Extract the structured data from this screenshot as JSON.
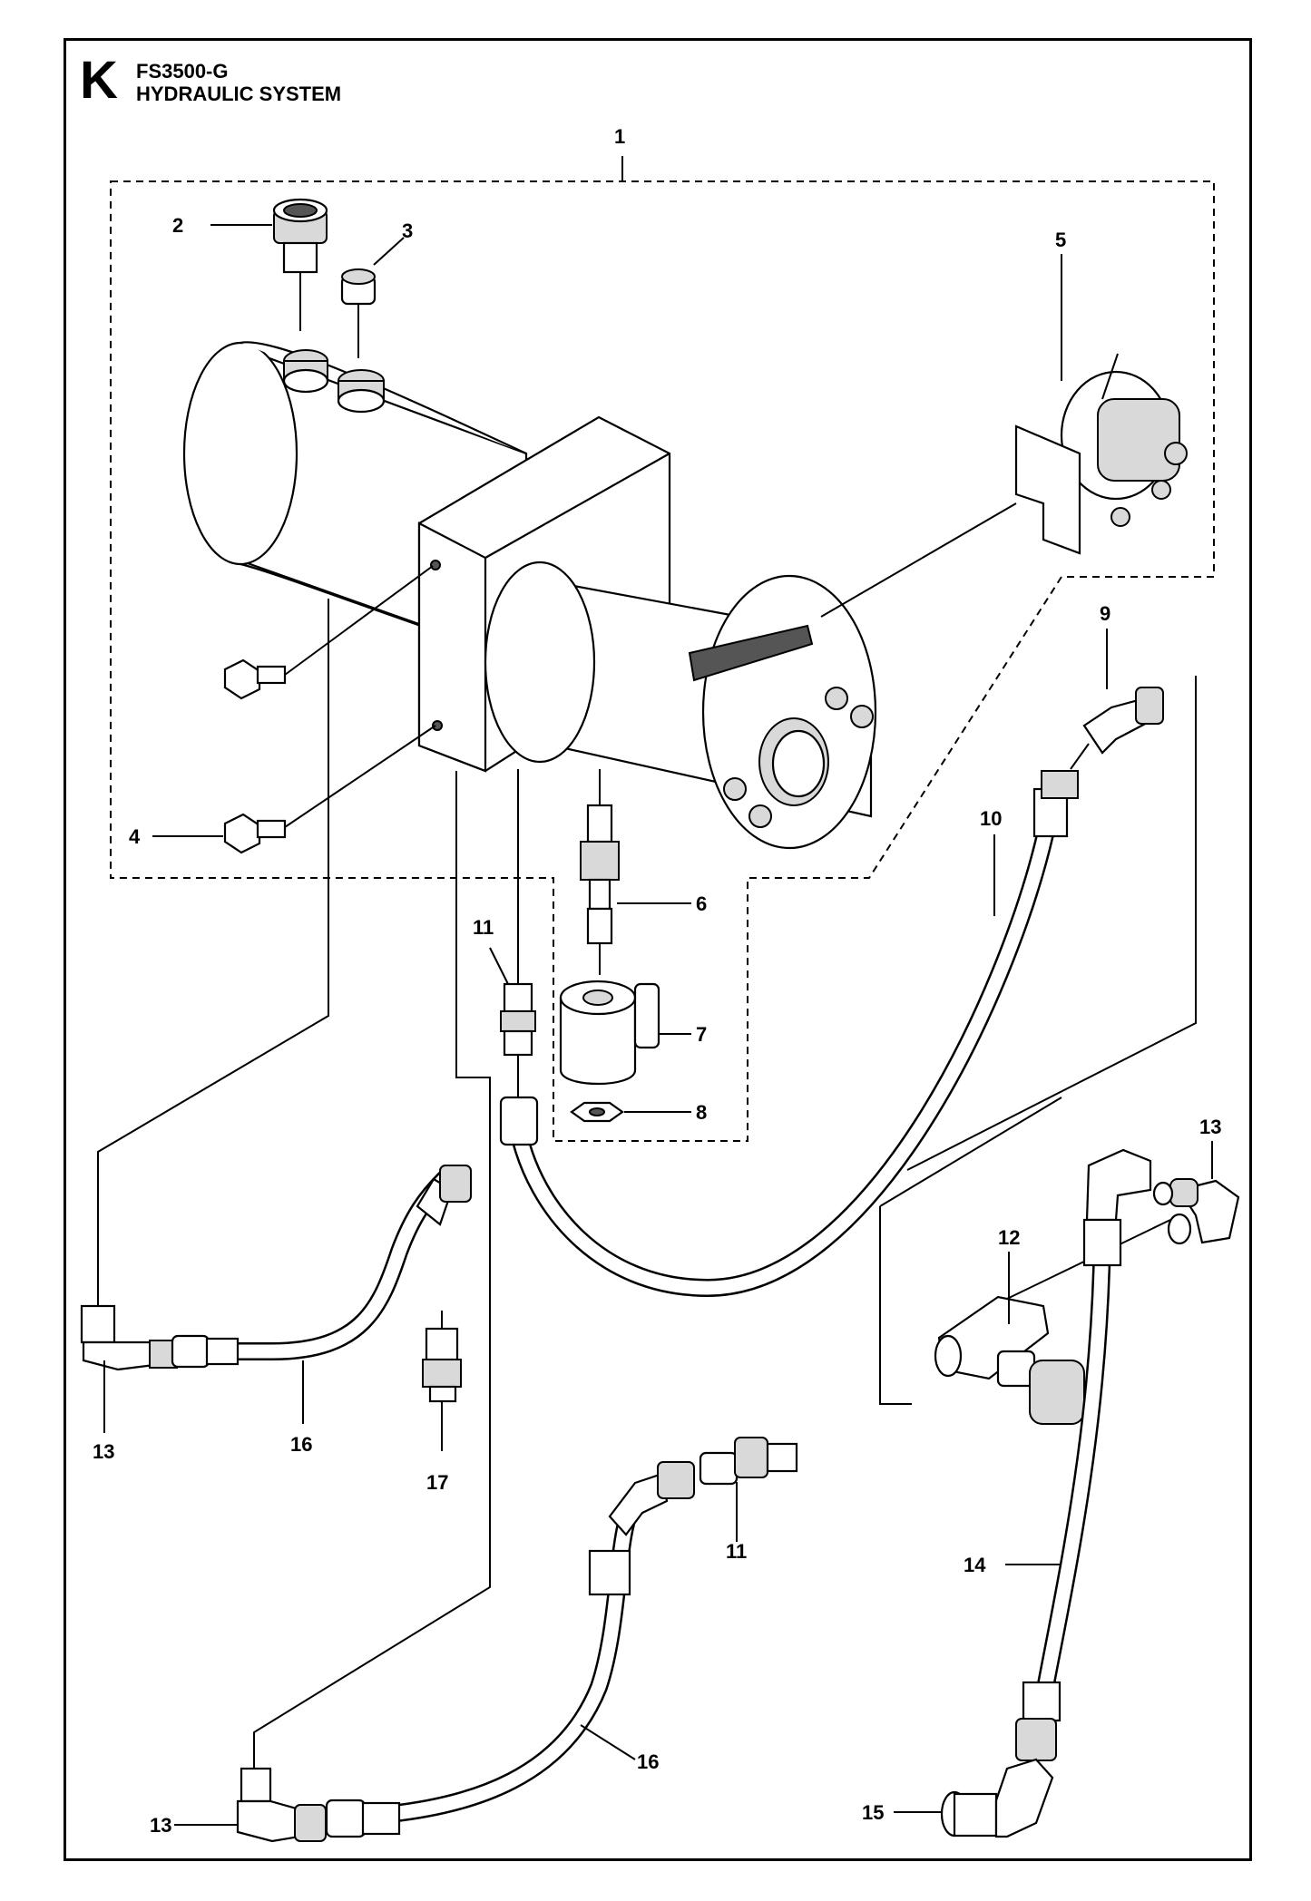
{
  "header": {
    "section_letter": "K",
    "model": "FS3500-G",
    "title": "HYDRAULIC SYSTEM"
  },
  "callouts": [
    "1",
    "2",
    "3",
    "4",
    "5",
    "6",
    "7",
    "8",
    "9",
    "10",
    "11",
    "11",
    "12",
    "13",
    "13",
    "13",
    "14",
    "15",
    "16",
    "16",
    "17"
  ]
}
